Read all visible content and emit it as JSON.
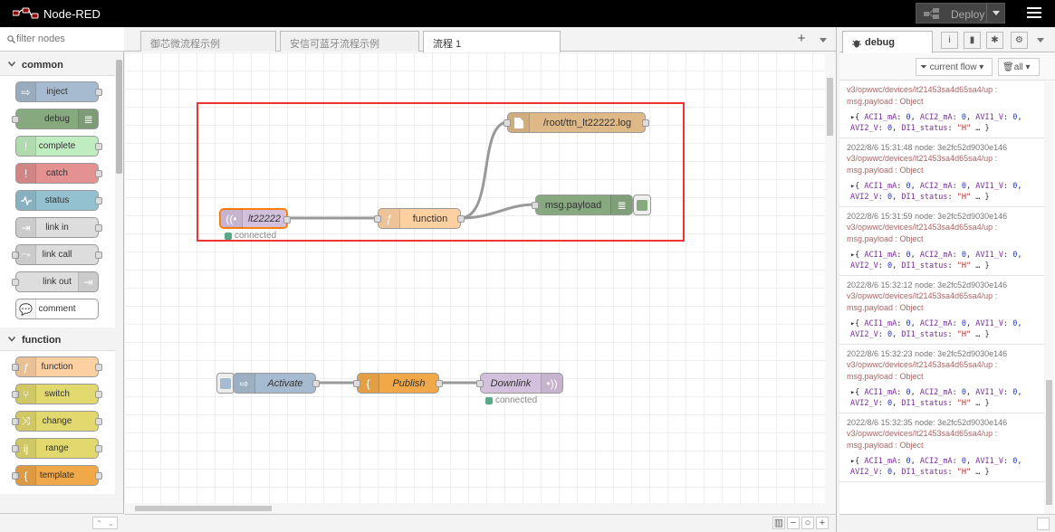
{
  "app": {
    "title": "Node-RED"
  },
  "header": {
    "deploy_label": "Deploy"
  },
  "palette": {
    "filter_placeholder": "filter nodes",
    "categories": [
      {
        "name": "common",
        "nodes": [
          "inject",
          "debug",
          "complete",
          "catch",
          "status",
          "link in",
          "link call",
          "link out",
          "comment"
        ]
      },
      {
        "name": "function",
        "nodes": [
          "function",
          "switch",
          "change",
          "range",
          "template"
        ]
      }
    ]
  },
  "tabs": [
    "御芯微流程示例",
    "安信可蓝牙流程示例",
    "流程 1"
  ],
  "flow": {
    "nodes": {
      "lt22222": "lt22222",
      "lt22222_status": "connected",
      "function": "function",
      "file": "/root/ttn_lt22222.log",
      "msgpayload": "msg.payload",
      "activate": "Activate",
      "publish": "Publish",
      "downlink": "Downlink",
      "downlink_status": "connected"
    }
  },
  "sidebar": {
    "tab_label": "debug",
    "filter_label": "current flow",
    "clear_label": "all",
    "messages": [
      {
        "meta": "",
        "topic": "v3/opwwc/devices/lt21453sa4d65sa4/up :",
        "type": "msg.payload : Object"
      },
      {
        "meta": "2022/8/6 15:31:48   node: 3e2fc52d9030e146",
        "topic": "v3/opwwc/devices/lt21453sa4d65sa4/up :",
        "type": "msg.payload : Object"
      },
      {
        "meta": "2022/8/6 15:31:59   node: 3e2fc52d9030e146",
        "topic": "v3/opwwc/devices/lt21453sa4d65sa4/up :",
        "type": "msg.payload : Object"
      },
      {
        "meta": "2022/8/6 15:32:12   node: 3e2fc52d9030e146",
        "topic": "v3/opwwc/devices/lt21453sa4d65sa4/up :",
        "type": "msg.payload : Object"
      },
      {
        "meta": "2022/8/6 15:32:23   node: 3e2fc52d9030e146",
        "topic": "v3/opwwc/devices/lt21453sa4d65sa4/up :",
        "type": "msg.payload : Object"
      },
      {
        "meta": "2022/8/6 15:32:35   node: 3e2fc52d9030e146",
        "topic": "v3/opwwc/devices/lt21453sa4d65sa4/up :",
        "type": "msg.payload : Object"
      }
    ],
    "payload": {
      "k1": "ACI1_mA",
      "v1": "0",
      "k2": "ACI2_mA",
      "v2": "0",
      "k3": "AVI1_V",
      "v3": "0,",
      "k4": "AVI2_V",
      "v4": "0",
      "k5": "DI1_status",
      "v5": "\"H\"",
      "more": "… }"
    }
  },
  "colors": {
    "inject": "#a6bbcf",
    "debug": "#87a980",
    "complete": "#c0edc0",
    "catch": "#e49191",
    "status": "#94c1d0",
    "link": "#dddddd",
    "comment": "#ffffff",
    "function": "#fdd0a2",
    "switch": "#e2d96e",
    "change": "#e2d96e",
    "range": "#e2d96e",
    "template": "#f0a848",
    "lora": "#d3c0dc",
    "file": "#deb887",
    "selection": "#ee3333"
  }
}
